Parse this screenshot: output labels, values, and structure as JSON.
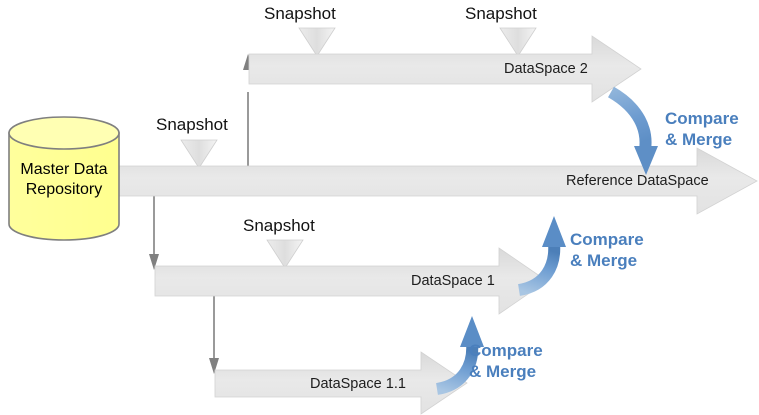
{
  "diagram": {
    "title": "Master Data Repository branching and merge diagram",
    "colors": {
      "bar_fill_light": "#eeeeee",
      "bar_fill_dark": "#d9d9d9",
      "triangle_fill": "#e6e6e6",
      "cylinder_fill": "#ffff99",
      "cylinder_stroke": "#7f7f7f",
      "merge_arrow_blue": "#6a9bd1",
      "merge_text_blue": "#4a7fbd",
      "connector_gray": "#808080",
      "text_dark": "#1a1a1a",
      "background": "#ffffff"
    },
    "repository": {
      "name": "master-data-repository",
      "line1": "Master Data",
      "line2": "Repository"
    },
    "lanes": [
      {
        "id": "dataspace-2",
        "label": "DataSpace 2",
        "snapshots": [
          "Snapshot",
          "Snapshot"
        ]
      },
      {
        "id": "reference-dataspace",
        "label": "Reference DataSpace",
        "snapshots": [
          "Snapshot"
        ]
      },
      {
        "id": "dataspace-1",
        "label": "DataSpace 1",
        "snapshots": [
          "Snapshot"
        ]
      },
      {
        "id": "dataspace-1-1",
        "label": "DataSpace 1.1",
        "snapshots": []
      }
    ],
    "snapshot_markers": [
      {
        "id": "snapshot-top-left",
        "label": "Snapshot"
      },
      {
        "id": "snapshot-top-right",
        "label": "Snapshot"
      },
      {
        "id": "snapshot-main",
        "label": "Snapshot"
      },
      {
        "id": "snapshot-ds1",
        "label": "Snapshot"
      }
    ],
    "merge_actions": [
      {
        "id": "compare-merge-ds2",
        "line1": "Compare",
        "line2": "& Merge"
      },
      {
        "id": "compare-merge-ds1",
        "line1": "Compare",
        "line2": "& Merge"
      },
      {
        "id": "compare-merge-ds11",
        "line1": "Compare",
        "line2": "& Merge"
      }
    ]
  }
}
